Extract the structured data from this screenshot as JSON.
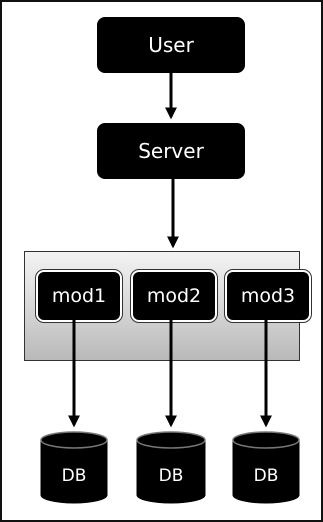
{
  "nodes": {
    "user": "User",
    "server": "Server"
  },
  "modules": [
    "mod1",
    "mod2",
    "mod3"
  ],
  "databases": [
    "DB",
    "DB",
    "DB"
  ]
}
